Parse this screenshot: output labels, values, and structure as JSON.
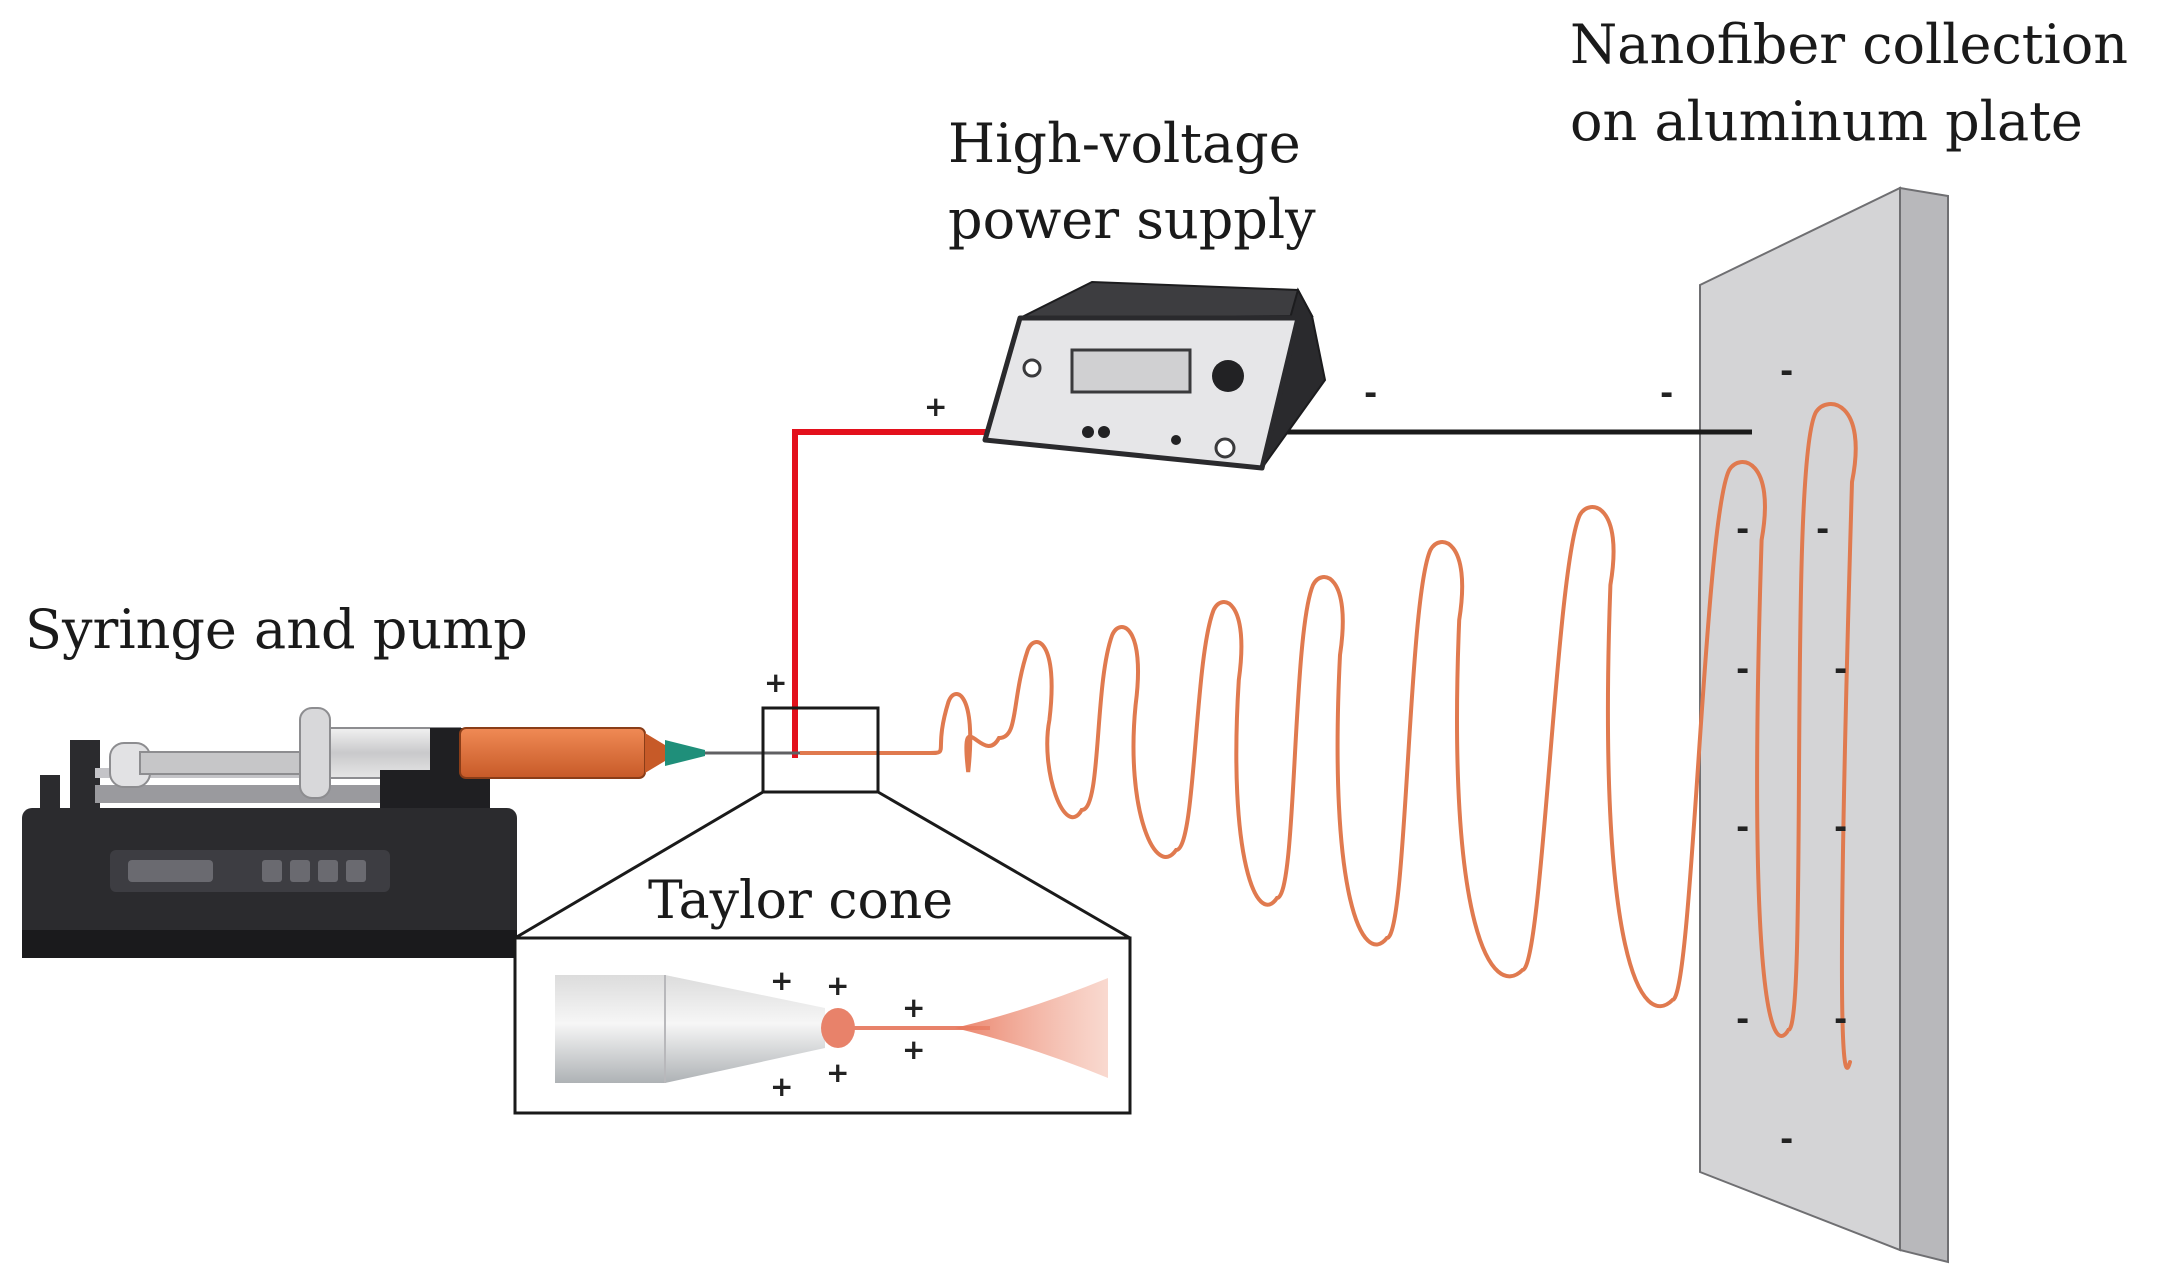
{
  "labels": {
    "collector_line1": "Nanofiber collection",
    "collector_line2": "on aluminum plate",
    "power_line1": "High-voltage",
    "power_line2": "power supply",
    "syringe": "Syringe and pump",
    "taylor": "Taylor cone"
  },
  "signs": {
    "positive": "+",
    "negative": "-"
  },
  "colors": {
    "positive_wire": "#e3101c",
    "ground_wire": "#1b1b1b",
    "fiber": "#e07a4f",
    "solution": "#e2703f",
    "needle": "#1f8f7a",
    "plate_face": "#d4d4d6",
    "plate_edge": "#b8b8bb",
    "pump_body": "#2b2b2e"
  },
  "icons": {
    "power_supply": "power-supply-icon",
    "pump": "syringe-pump-icon",
    "collector": "aluminum-plate-icon"
  }
}
